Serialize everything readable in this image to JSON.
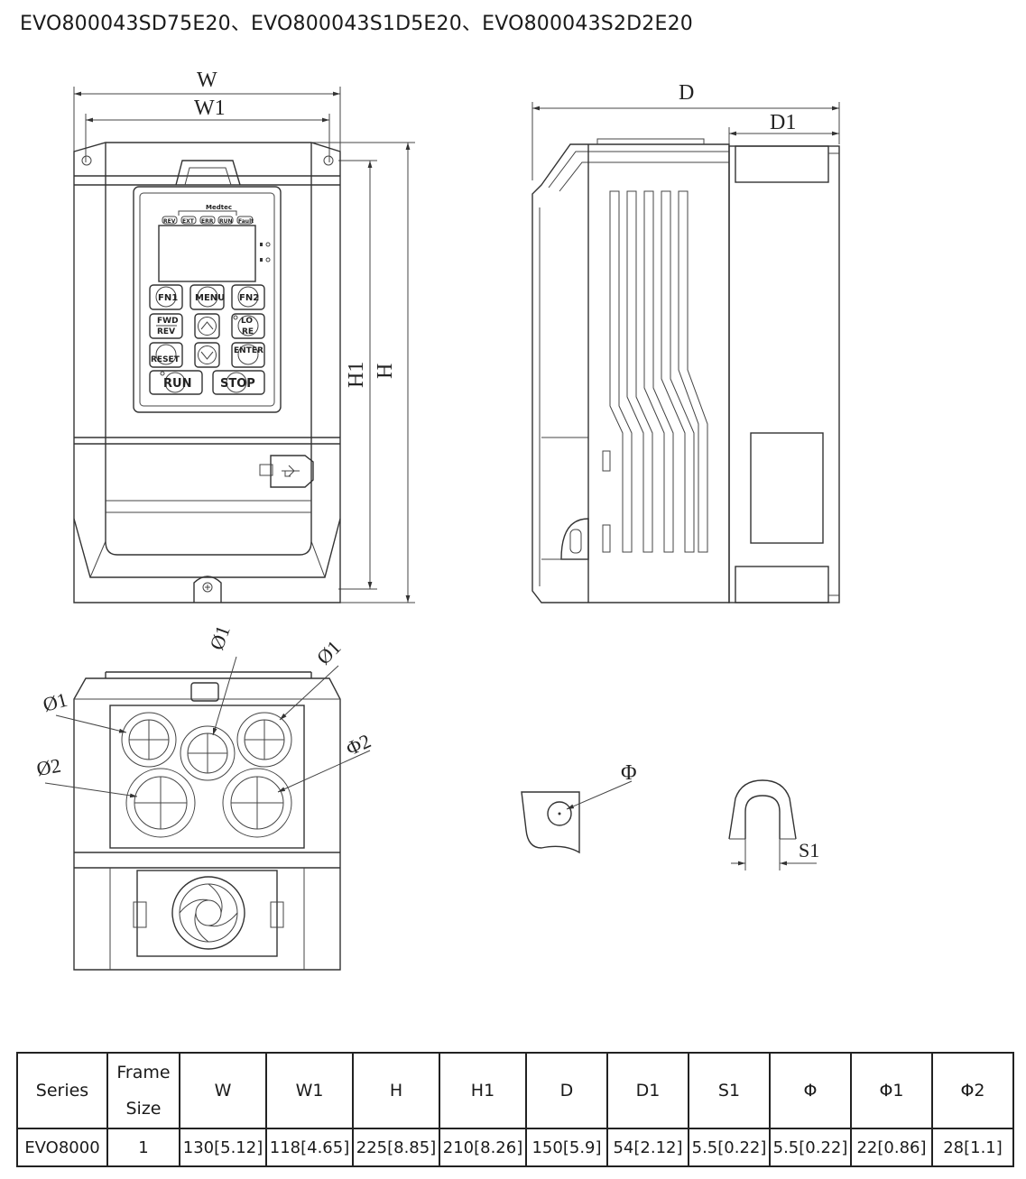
{
  "title": "EVO800043SD75E20、EVO800043S1D5E20、EVO800043S2D2E20",
  "labels": {
    "w": "W",
    "w1": "W1",
    "h": "H",
    "h1": "H1",
    "d": "D",
    "d1": "D1",
    "s1": "S1",
    "phi": "Φ",
    "phi1_a": "Ø1",
    "phi1_b": "Ø1",
    "phi1_c": "Ø1",
    "phi2_a": "Ø2",
    "phi2_b": "Φ2"
  },
  "keypad": {
    "leds": [
      "REV",
      "EXT",
      "ERR",
      "RUN",
      "Fault"
    ],
    "brand": "Medtec",
    "fn1": "FN1",
    "menu": "MENU",
    "fn2": "FN2",
    "fwd": "FWD",
    "rev": "REV",
    "lo": "LO",
    "re": "RE",
    "reset": "RESET",
    "enter": "ENTER",
    "run": "RUN",
    "stop": "STOP"
  },
  "table": {
    "headers": [
      "Series",
      "Frame Size",
      "W",
      "W1",
      "H",
      "H1",
      "D",
      "D1",
      "S1",
      "Φ",
      "Φ1",
      "Φ2"
    ],
    "frame_size_lines": [
      "Frame",
      "Size"
    ],
    "rows": [
      [
        "EVO8000",
        "1",
        "130[5.12]",
        "118[4.65]",
        "225[8.85]",
        "210[8.26]",
        "150[5.9]",
        "54[2.12]",
        "5.5[0.22]",
        "5.5[0.22]",
        "22[0.86]",
        "28[1.1]"
      ]
    ]
  }
}
